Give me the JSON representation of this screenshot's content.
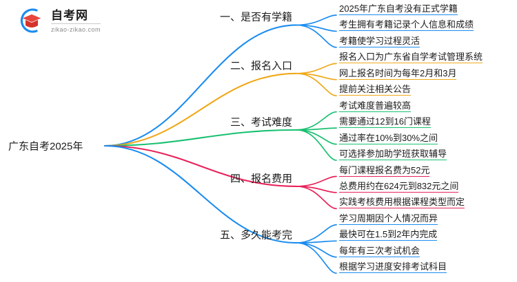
{
  "logo": {
    "title": "自考网",
    "subtitle": "zikao-zikao.com",
    "mark_name": "graduation-cap-logo"
  },
  "mindmap": {
    "root": "广东自考2025年",
    "branches": [
      {
        "label": "一、是否有学籍",
        "color": "#1a8cf0",
        "children": [
          "2025年广东自考没有正式学籍",
          "考生拥有考籍记录个人信息和成绩",
          "考籍使学习过程灵活"
        ]
      },
      {
        "label": "二、报名入口",
        "color": "#f0a818",
        "children": [
          "报名入口为广东省自学考试管理系统",
          "网上报名时间为每年2月和3月",
          "提前关注相关公告"
        ]
      },
      {
        "label": "三、考试难度",
        "color": "#18c070",
        "children": [
          "考试难度普遍较高",
          "需要通过12到16门课程",
          "通过率在10%到30%之间",
          "可选择参加助学班获取辅导"
        ]
      },
      {
        "label": "四、报名费用",
        "color": "#e8225a",
        "children": [
          "每门课程报名费为52元",
          "总费用约在624元到832元之间",
          "实践考核费用根据课程类型而定"
        ]
      },
      {
        "label": "五、多久能考完",
        "color": "#1a8cf0",
        "children": [
          "学习周期因个人情况而异",
          "最快可在1.5到2年内完成",
          "每年有三次考试机会",
          "根据学习进度安排考试科目"
        ]
      }
    ]
  }
}
